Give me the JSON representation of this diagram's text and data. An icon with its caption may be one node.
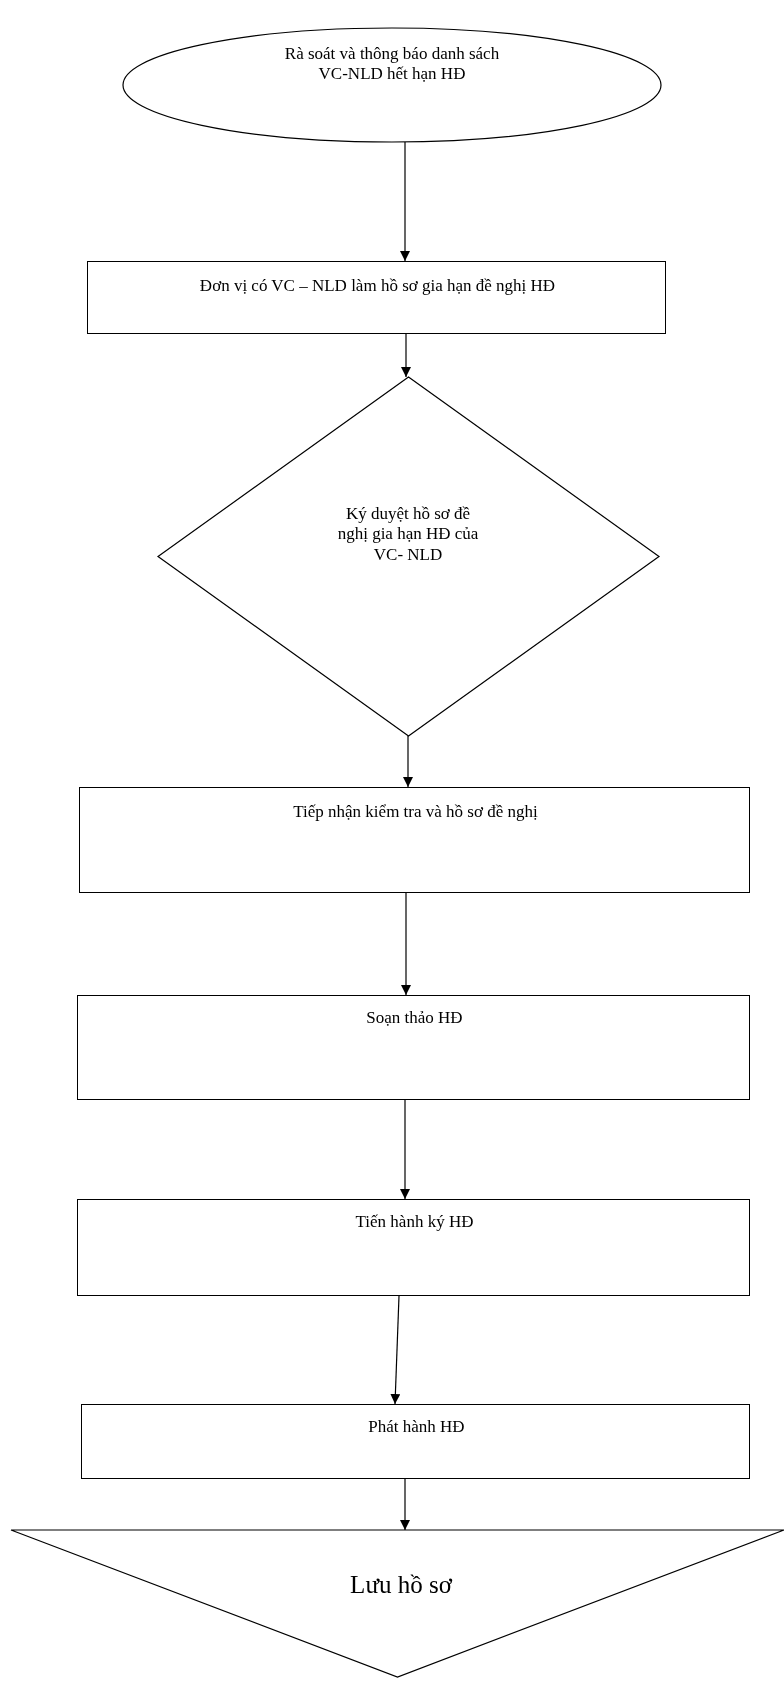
{
  "diagram": {
    "nodes": [
      {
        "text": [
          "Rà soát và thông báo danh sách VC-NLD hết hạn HĐ"
        ]
      },
      {
        "text": [
          "Đơn vị có VC – NLD làm hồ sơ gia hạn đề nghị HĐ"
        ]
      },
      {
        "text": [
          "Ký duyệt hồ sơ đề nghị gia hạn HĐ của VC- NLD"
        ]
      },
      {
        "text": [
          "Tiếp nhận kiểm tra và hồ sơ đề nghị"
        ]
      },
      {
        "text": [
          "Soạn thảo HĐ"
        ]
      },
      {
        "text": [
          "Tiến hành ký HĐ"
        ]
      },
      {
        "text": [
          "Phát hành HĐ"
        ]
      },
      {
        "text": [
          "Lưu hồ sơ"
        ]
      }
    ],
    "edges": [
      {
        "from": 0,
        "to": 1,
        "arrow": "to"
      },
      {
        "from": 1,
        "to": 2,
        "arrow": "to"
      },
      {
        "from": 2,
        "to": 3,
        "arrow": "to"
      },
      {
        "from": 3,
        "to": 4,
        "arrow": "to"
      },
      {
        "from": 4,
        "to": 5,
        "arrow": "to"
      },
      {
        "from": 5,
        "to": 6,
        "arrow": "to"
      },
      {
        "from": 6,
        "to": 7,
        "arrow": "to"
      }
    ]
  }
}
